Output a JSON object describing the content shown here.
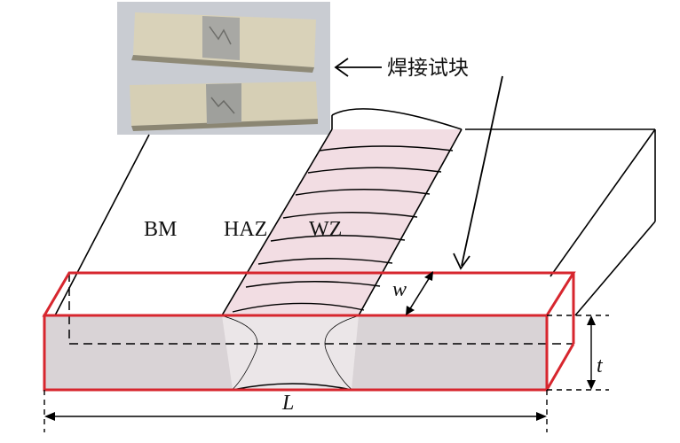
{
  "labels": {
    "specimen": "焊接试块",
    "bm": "BM",
    "haz": "HAZ",
    "wz": "WZ",
    "width": "w",
    "thickness": "t",
    "length": "L"
  },
  "colors": {
    "outline": "#000000",
    "specimen_edge": "#d7262e",
    "weld_fill": "#f2dde3",
    "section_fill": "#d9d3d6",
    "photo_bg": "#c9ccd2"
  }
}
